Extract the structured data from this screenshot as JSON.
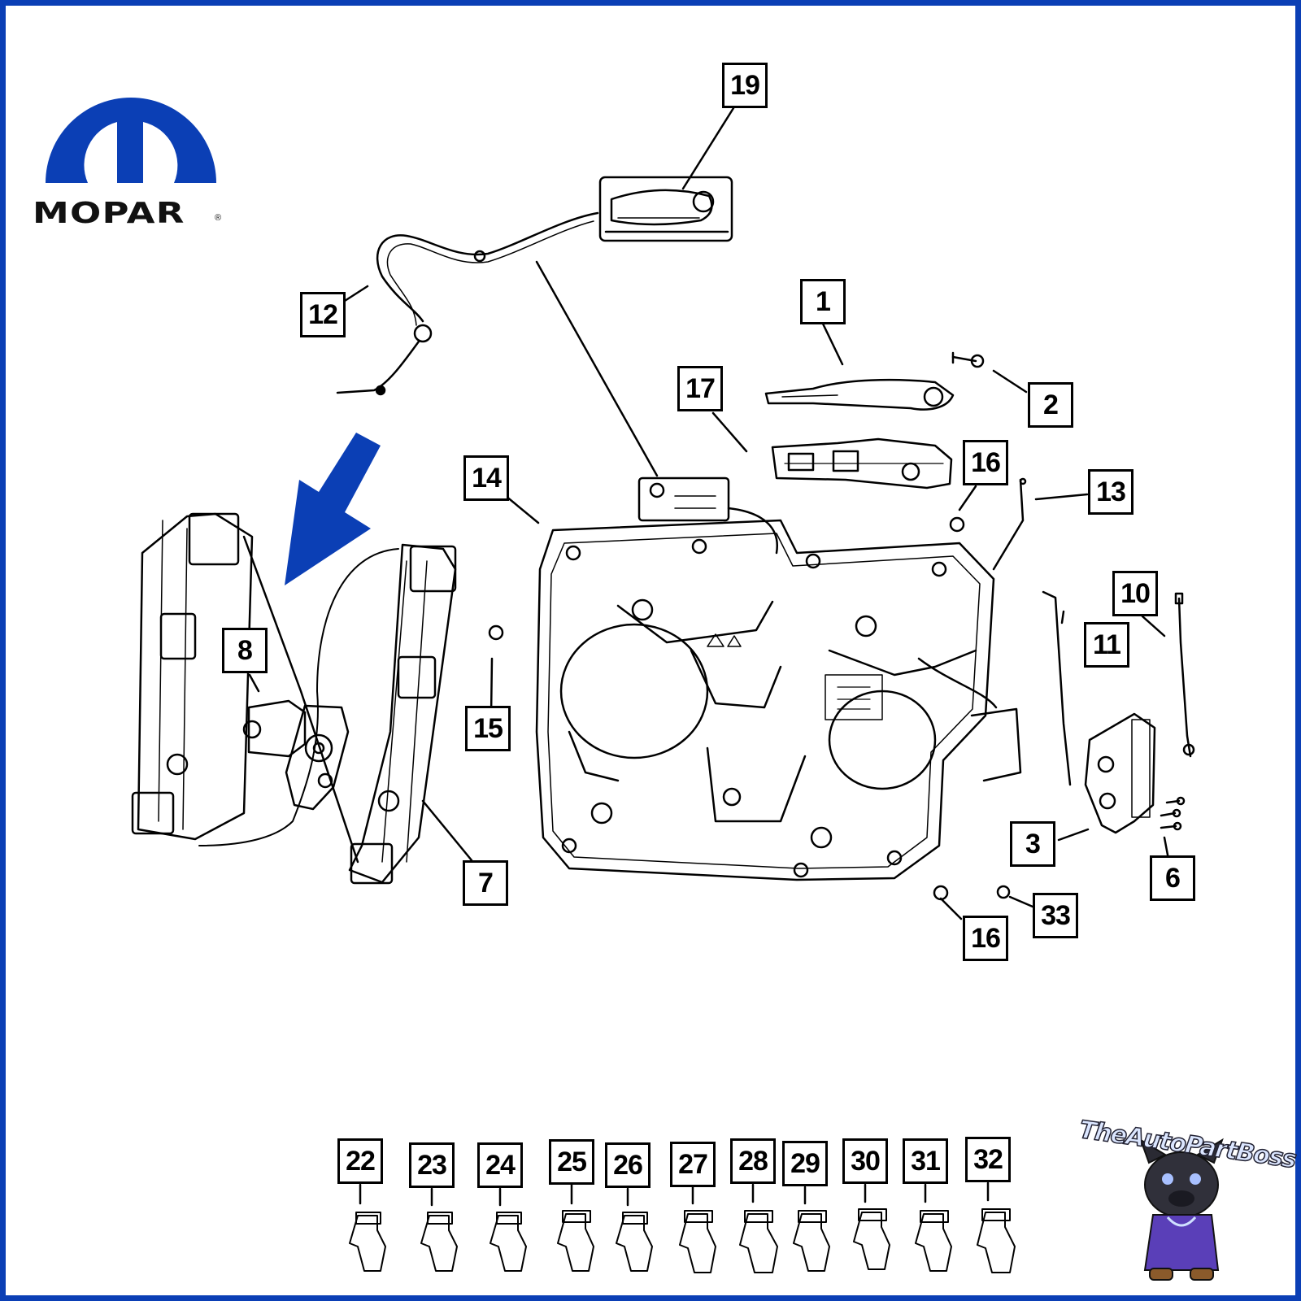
{
  "brand": {
    "name": "MOPAR",
    "reg_mark": "®",
    "color": "#0b3fb5"
  },
  "callouts": {
    "c1": "1",
    "c2": "2",
    "c3": "3",
    "c6": "6",
    "c7": "7",
    "c8": "8",
    "c10": "10",
    "c11": "11",
    "c12": "12",
    "c13": "13",
    "c14": "14",
    "c15": "15",
    "c16a": "16",
    "c16b": "16",
    "c17": "17",
    "c19": "19",
    "c22": "22",
    "c23": "23",
    "c24": "24",
    "c25": "25",
    "c26": "26",
    "c27": "27",
    "c28": "28",
    "c29": "29",
    "c30": "30",
    "c31": "31",
    "c32": "32",
    "c33": "33"
  },
  "highlight_arrow": {
    "color": "#0b3fb5",
    "points_to": "8"
  },
  "watermark": {
    "text": "TheAutoPartBoss"
  }
}
